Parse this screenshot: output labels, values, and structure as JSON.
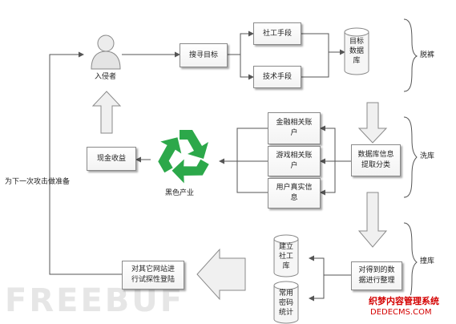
{
  "chart_data": {
    "type": "diagram",
    "nodes": {
      "intruder": "入侵者",
      "search_target": "搜寻目标",
      "social_eng": "社工手段",
      "tech_means": "技术手段",
      "target_db": "目标\n数据\n库",
      "finance_acct": "金融相关账\n户",
      "game_acct": "游戏相关账\n户",
      "real_info": "用户真实信\n息",
      "db_classify": "数据库信息\n提取分类",
      "black_industry": "黑色产业",
      "cash_profit": "现金收益",
      "organize_data": "对得到的数\n据进行整理",
      "build_social_db": "建立\n社工\n库",
      "common_pwd": "常用\n密码\n统计",
      "try_login": "对其它网站进\n行试探性登陆",
      "next_attack": "为下一次攻击做准备"
    },
    "stages": [
      "脱裤",
      "洗库",
      "撞库"
    ]
  },
  "watermark": "FREEBUF",
  "source_mark": {
    "line1": "织梦内容管理系统",
    "line2": "DEDECMS.COM"
  },
  "colors": {
    "recycle_green": "#2ca84a",
    "arrow_fill": "#f0f0f0",
    "arrow_stroke": "#8a8a8a",
    "line": "#555555"
  }
}
